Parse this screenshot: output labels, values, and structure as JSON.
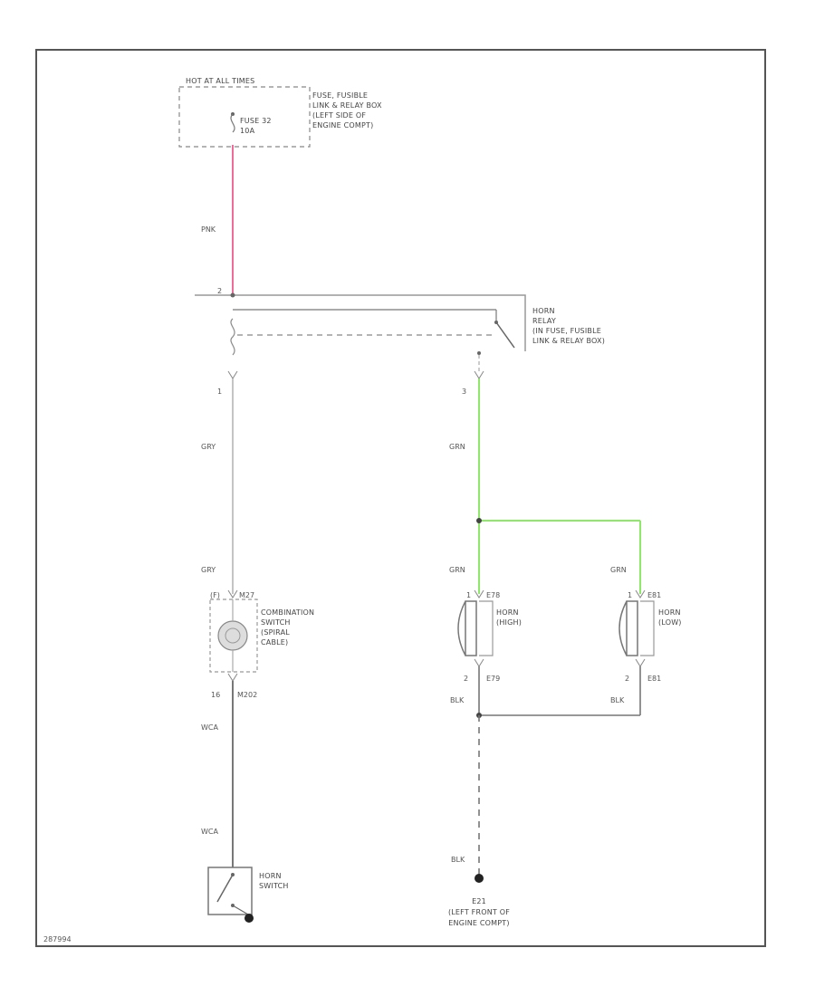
{
  "colors": {
    "border": "#555555",
    "wire_pink": "#f06b98",
    "wire_green": "#8ee86a",
    "wire_gray": "#bdbdbd",
    "wire_dark": "#777777",
    "text": "#444444"
  },
  "fuse_box": {
    "header": "HOT AT ALL TIMES",
    "fuse_line1": "FUSE 32",
    "fuse_line2": "10A",
    "desc": [
      "FUSE, FUSIBLE",
      "LINK & RELAY BOX",
      "(LEFT SIDE OF",
      "ENGINE COMPT)"
    ]
  },
  "relay": {
    "desc": [
      "HORN",
      "RELAY",
      "(IN FUSE, FUSIBLE",
      "LINK & RELAY BOX)"
    ],
    "pin_top": "2",
    "pin_left": "1",
    "pin_right": "3"
  },
  "wires": {
    "pnk": "PNK",
    "gry_upper": "GRY",
    "gry_lower": "GRY",
    "grn_upper": "GRN",
    "grn_left": "GRN",
    "grn_right": "GRN",
    "blk_left": "BLK",
    "blk_right": "BLK",
    "blk_ground": "BLK",
    "wca_upper": "WCA",
    "wca_lower": "WCA"
  },
  "combination_switch": {
    "pin_top_left": "(F)",
    "pin_top_right": "M27",
    "desc": [
      "COMBINATION",
      "SWITCH",
      "(SPIRAL",
      "CABLE)"
    ],
    "pin_bottom_left": "16",
    "pin_bottom_right": "M202"
  },
  "horn_right": {
    "pin_top_num": "1",
    "pin_top_id": "E78",
    "desc": [
      "HORN",
      "(HIGH)"
    ],
    "pin_bottom_num": "2",
    "pin_bottom_id": "E79"
  },
  "horn_left": {
    "pin_top_num": "1",
    "pin_top_id": "E81",
    "desc": [
      "HORN",
      "(LOW)"
    ],
    "pin_bottom_num": "2",
    "pin_bottom_id": "E81"
  },
  "horn_switch": {
    "desc": [
      "HORN",
      "SWITCH"
    ]
  },
  "ground": {
    "id": "E21",
    "desc": [
      "(LEFT FRONT OF",
      "ENGINE COMPT)"
    ]
  },
  "footer": {
    "code": "287994"
  }
}
